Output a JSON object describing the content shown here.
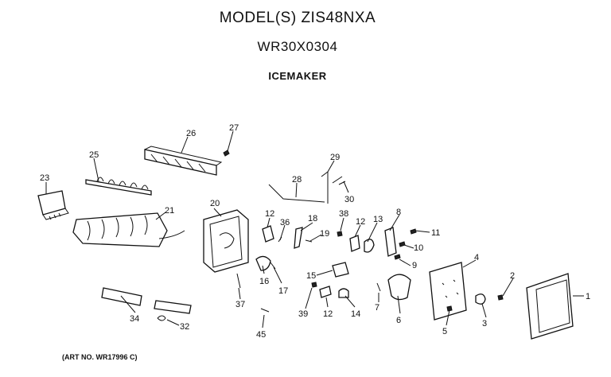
{
  "header": {
    "title": "MODEL(S) ZIS48NXA",
    "part_number": "WR30X0304",
    "subtitle": "ICEMAKER"
  },
  "footer": {
    "art_number": "(ART NO. WR17996 C)"
  },
  "callouts": [
    {
      "id": "c1",
      "label": "1"
    },
    {
      "id": "c2",
      "label": "2"
    },
    {
      "id": "c3",
      "label": "3"
    },
    {
      "id": "c4",
      "label": "4"
    },
    {
      "id": "c5",
      "label": "5"
    },
    {
      "id": "c6",
      "label": "6"
    },
    {
      "id": "c7",
      "label": "7"
    },
    {
      "id": "c8",
      "label": "8"
    },
    {
      "id": "c9",
      "label": "9"
    },
    {
      "id": "c10",
      "label": "10"
    },
    {
      "id": "c11",
      "label": "11"
    },
    {
      "id": "c12a",
      "label": "12"
    },
    {
      "id": "c12b",
      "label": "12"
    },
    {
      "id": "c12c",
      "label": "12"
    },
    {
      "id": "c13",
      "label": "13"
    },
    {
      "id": "c14",
      "label": "14"
    },
    {
      "id": "c15",
      "label": "15"
    },
    {
      "id": "c16",
      "label": "16"
    },
    {
      "id": "c17",
      "label": "17"
    },
    {
      "id": "c18",
      "label": "18"
    },
    {
      "id": "c19",
      "label": "19"
    },
    {
      "id": "c20",
      "label": "20"
    },
    {
      "id": "c21",
      "label": "21"
    },
    {
      "id": "c23",
      "label": "23"
    },
    {
      "id": "c25",
      "label": "25"
    },
    {
      "id": "c26",
      "label": "26"
    },
    {
      "id": "c27",
      "label": "27"
    },
    {
      "id": "c28",
      "label": "28"
    },
    {
      "id": "c29",
      "label": "29"
    },
    {
      "id": "c30",
      "label": "30"
    },
    {
      "id": "c32",
      "label": "32"
    },
    {
      "id": "c34",
      "label": "34"
    },
    {
      "id": "c36",
      "label": "36"
    },
    {
      "id": "c37",
      "label": "37"
    },
    {
      "id": "c38",
      "label": "38"
    },
    {
      "id": "c39",
      "label": "39"
    },
    {
      "id": "c45",
      "label": "45"
    }
  ]
}
